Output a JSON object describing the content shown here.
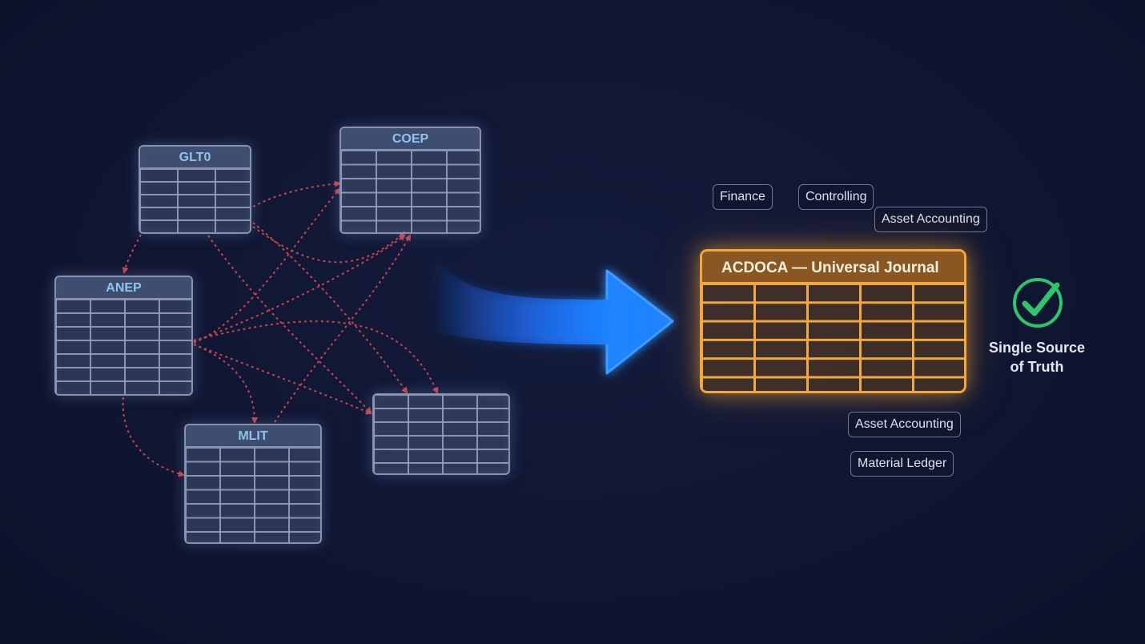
{
  "legacy_tables": {
    "glt0": {
      "label": "GLT0"
    },
    "coep": {
      "label": "COEP"
    },
    "anep": {
      "label": "ANEP"
    },
    "mlit": {
      "label": "MLIT"
    },
    "unlabeled": {
      "label": ""
    }
  },
  "universal_journal": {
    "title": "ACDOCA — Universal Journal"
  },
  "tags": {
    "finance": "Finance",
    "controlling": "Controlling",
    "asset_accounting_top": "Asset Accounting",
    "asset_accounting_bottom": "Asset Accounting",
    "material_ledger": "Material Ledger"
  },
  "single_source": {
    "label_line1": "Single Source",
    "label_line2": "of Truth"
  },
  "colors": {
    "background": "#0f1632",
    "legacy_table": "#8593b3",
    "legacy_header_text": "#8fc4ee",
    "flow_lines": "#e0464f",
    "arrow": "#1f84ff",
    "journal": "#f2a83c",
    "check": "#2fc56a"
  }
}
